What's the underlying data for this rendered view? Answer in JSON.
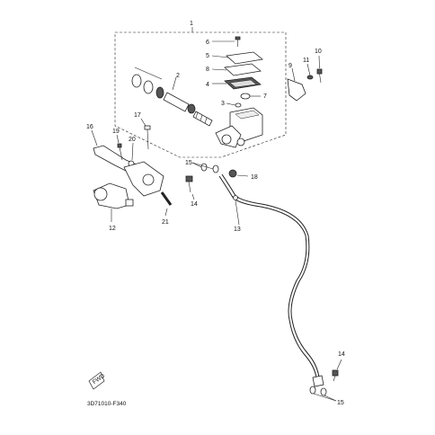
{
  "diagram": {
    "catalog_code": "3D71010-F340",
    "callouts": [
      "1",
      "2",
      "3",
      "4",
      "5",
      "6",
      "7",
      "8",
      "9",
      "10",
      "11",
      "12",
      "13",
      "14",
      "15",
      "16",
      "17",
      "18",
      "19",
      "20",
      "21"
    ],
    "callout_14_second": "14",
    "callout_15_second": "15",
    "front_marker": "FWD"
  }
}
